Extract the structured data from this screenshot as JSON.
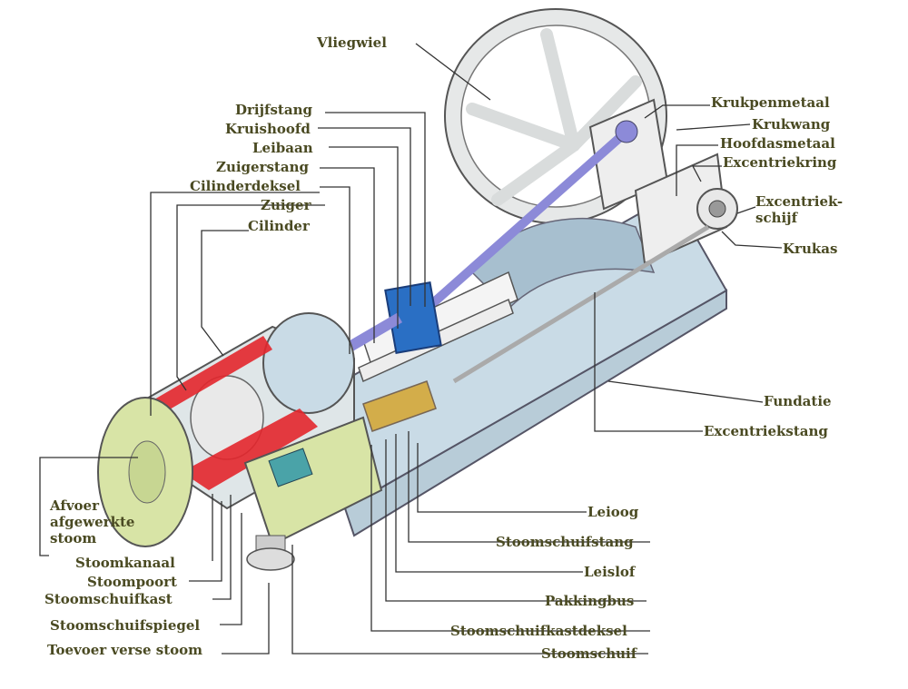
{
  "colors": {
    "label_text": "#4a4a22",
    "leader_line": "#333333",
    "steel_blue": "#c9dbe6",
    "cut_red": "#e3262c",
    "cover_green": "#d8e4a6",
    "rod_purple": "#8c8ad8",
    "crosshead_blue": "#2a6fc4",
    "brass": "#d3ad4a"
  },
  "labels": {
    "vliegwiel": "Vliegwiel",
    "drijfstang": "Drijfstang",
    "kruishoofd": "Kruishoofd",
    "leibaan": "Leibaan",
    "zuigerstang": "Zuigerstang",
    "cilinderdeksel": "Cilinderdeksel",
    "zuiger": "Zuiger",
    "cilinder": "Cilinder",
    "krukpenmetaal": "Krukpenmetaal",
    "krukwang": "Krukwang",
    "hoofdasmetaal": "Hoofdasmetaal",
    "excentriekring": "Excentriekring",
    "excentriekschijf": "Excentriek-\nschijf",
    "krukas": "Krukas",
    "fundatie": "Fundatie",
    "excentriekstang": "Excentriekstang",
    "afvoer": "Afvoer\nafgewerkte\nstoom",
    "stoomkanaal": "Stoomkanaal",
    "stoompoort": "Stoompoort",
    "stoomschuifkast": "Stoomschuifkast",
    "stoomschuifspiegel": "Stoomschuifspiegel",
    "toevoer": "Toevoer verse stoom",
    "leioog": "Leioog",
    "stoomschuifstang": "Stoomschuifstang",
    "leislof": "Leislof",
    "pakkingbus": "Pakkingbus",
    "stoomschuifkastdeksel": "Stoomschuifkastdeksel",
    "stoomschuif": "Stoomschuif"
  }
}
